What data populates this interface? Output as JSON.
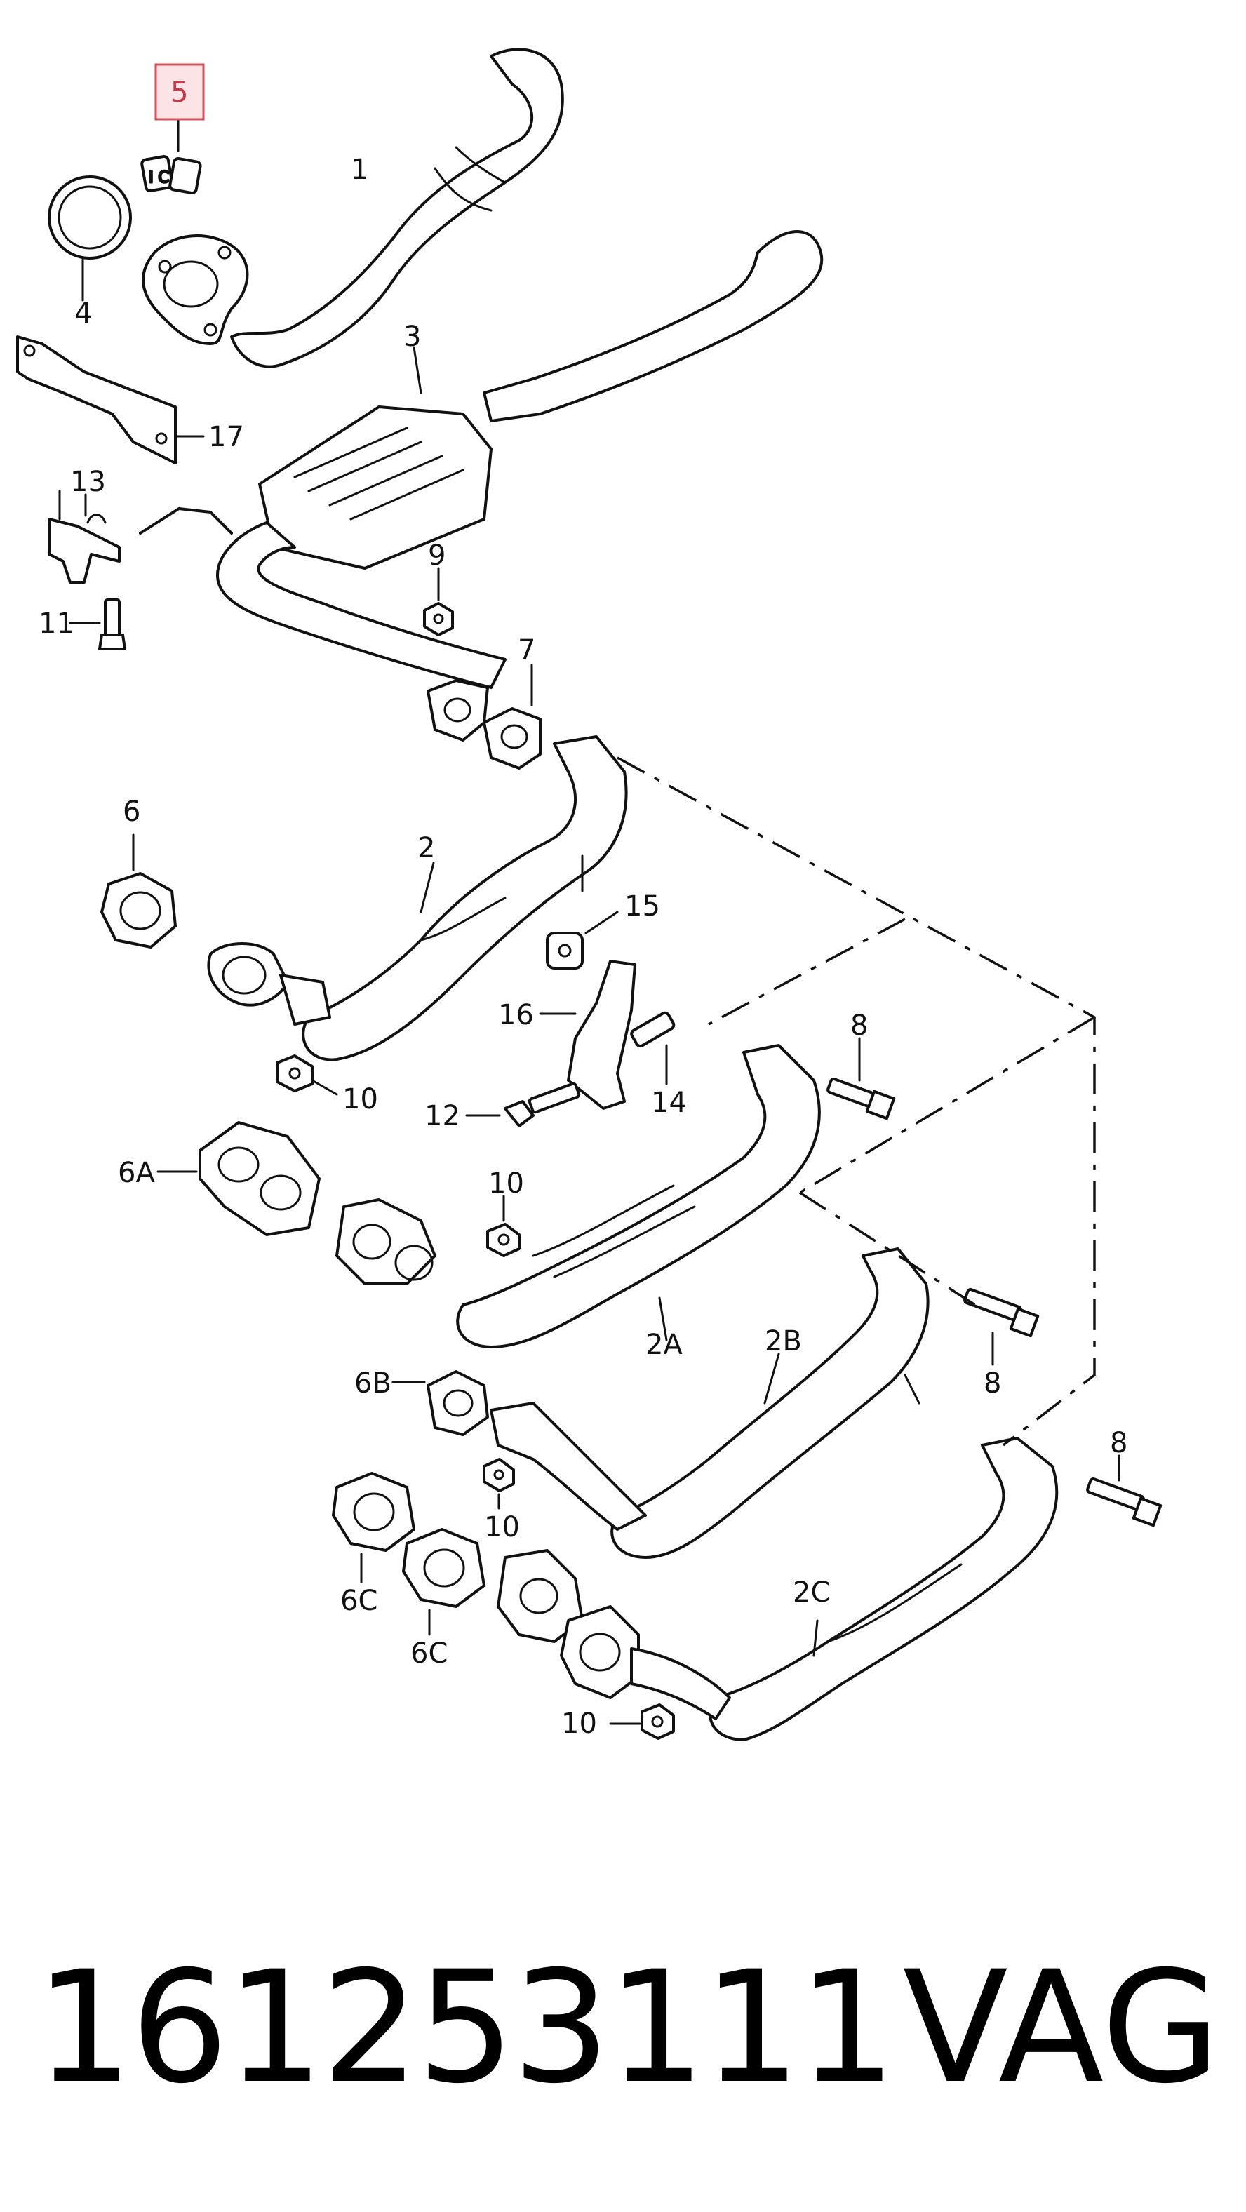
{
  "diagram": {
    "labels": {
      "p1": "1",
      "p2": "2",
      "p2A": "2A",
      "p2B": "2B",
      "p2C": "2C",
      "p3": "3",
      "p4": "4",
      "p5": "5",
      "p6": "6",
      "p6A": "6A",
      "p6B": "6B",
      "p6C_left": "6C",
      "p6C_right": "6C",
      "p7": "7",
      "p8_upper": "8",
      "p8_middle": "8",
      "p8_lower": "8",
      "p9": "9",
      "p10_a": "10",
      "p10_b": "10",
      "p10_c": "10",
      "p10_d": "10",
      "p11": "11",
      "p12": "12",
      "p13": "13",
      "p14": "14",
      "p15": "15",
      "p16": "16",
      "p17": "17"
    }
  },
  "footer": {
    "part_number": "161253111",
    "brand": "VAG"
  }
}
